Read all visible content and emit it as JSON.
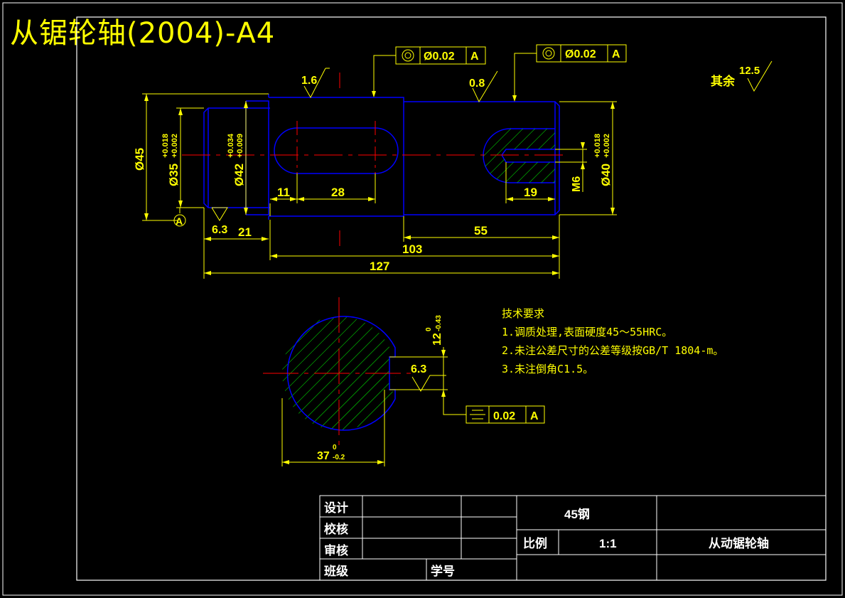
{
  "title": "从锯轮轴(2004)-A4",
  "roughness": {
    "other_label": "其余",
    "other_value": "12.5",
    "r_left": "1.6",
    "r_right": "0.8",
    "r_bottom": "6.3",
    "r_section": "6.3"
  },
  "tolerance_frames": {
    "left": {
      "value": "Ø0.02",
      "datum": "A"
    },
    "right": {
      "value": "Ø0.02",
      "datum": "A"
    },
    "section": {
      "value": "0.02",
      "datum": "A"
    }
  },
  "dimensions": {
    "d45": "Ø45",
    "d35": "Ø35",
    "d35_tol_upper": "+0.018",
    "d35_tol_lower": "+0.002",
    "d42": "Ø42",
    "d42_tol_upper": "+0.034",
    "d42_tol_lower": "+0.009",
    "d40": "Ø40",
    "d40_tol_upper": "+0.018",
    "d40_tol_lower": "+0.002",
    "m6": "M6",
    "l11": "11",
    "l28": "28",
    "l19": "19",
    "l21": "21",
    "l55": "55",
    "l103": "103",
    "l127": "127",
    "datum": "A",
    "key_width": "12",
    "key_width_upper": "0",
    "key_width_lower": "-0.43",
    "section_depth": "37",
    "section_depth_upper": "0",
    "section_depth_lower": "-0.2"
  },
  "notes": {
    "heading": "技术要求",
    "line1": "1.调质处理,表面硬度45～55HRC。",
    "line2": "2.未注公差尺寸的公差等级按GB/T 1804-m。",
    "line3": "3.未注倒角C1.5。"
  },
  "title_block": {
    "design": "设计",
    "check": "校核",
    "review": "审核",
    "class": "班级",
    "student_no": "学号",
    "material": "45钢",
    "scale_label": "比例",
    "scale_value": "1:1",
    "part_name": "从动锯轮轴"
  },
  "colors": {
    "outline": "#0000ff",
    "center": "#ff0000",
    "dimension": "#ffff00",
    "hatch": "#00ff00",
    "border": "#ffffff"
  }
}
